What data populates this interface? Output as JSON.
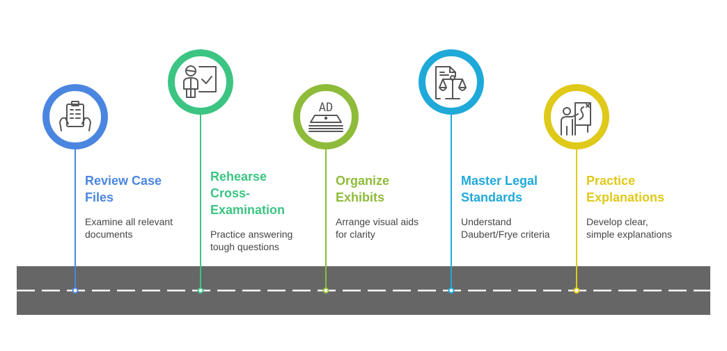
{
  "steps": [
    {
      "title_lines": [
        "Review Case",
        "Files"
      ],
      "description_lines": [
        "Examine all relevant",
        "documents"
      ],
      "color": "#4A86E0",
      "icon": "clipboard-hands-icon"
    },
    {
      "title_lines": [
        "Rehearse",
        "Cross-",
        "Examination"
      ],
      "description_lines": [
        "Practice answering",
        "tough questions"
      ],
      "color": "#3CC483",
      "icon": "presenter-checkmark-icon"
    },
    {
      "title_lines": [
        "Organize",
        "Exhibits"
      ],
      "description_lines": [
        "Arrange visual aids",
        "for clarity"
      ],
      "color": "#8FBB3A",
      "icon": "display-exhibit-icon"
    },
    {
      "title_lines": [
        "Master Legal",
        "Standards"
      ],
      "description_lines": [
        "Understand",
        "Daubert/Frye criteria"
      ],
      "color": "#1FA9D9",
      "icon": "document-scales-icon"
    },
    {
      "title_lines": [
        "Practice",
        "Explanations"
      ],
      "description_lines": [
        "Develop clear,",
        "simple explanations"
      ],
      "color": "#DFC919",
      "icon": "presenter-board-icon"
    }
  ],
  "icon_text": {
    "exhibit_label": "AD"
  }
}
